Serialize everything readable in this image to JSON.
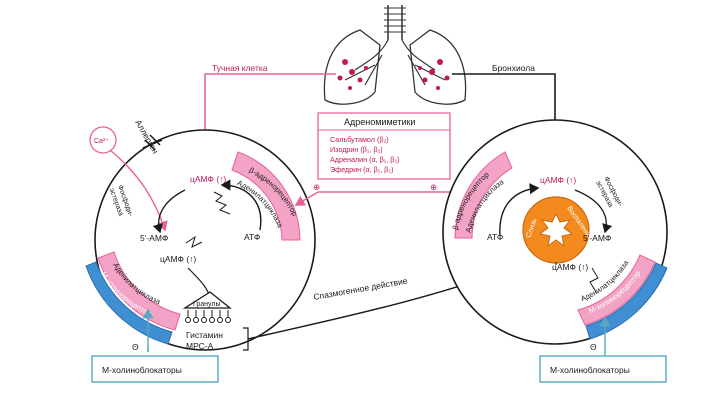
{
  "labels": {
    "mast_cell": "Тучная клетка",
    "bronchiole": "Бронхиола",
    "allergen": "Аллерген",
    "ca": "Ca²⁺",
    "phosphodiesterase_left": "Фосфоди-\nэстераза",
    "phosphodiesterase_right": "Фосфоди-\nэстераза",
    "camp_top_left": "цАМФ (↑)",
    "camp_mid_left": "цАМФ (↑)",
    "amp_left": "5'-АМФ",
    "atp_left": "АТФ",
    "camp_top_right": "цАМФ (↑)",
    "camp_bottom_right": "цАМФ (↑)",
    "amp_right": "5'-АМФ",
    "atp_right": "АТФ",
    "granules": "Гранулы",
    "histamine": "Гистамин",
    "mrs_a": "МРС-А",
    "spasmogenic": "Спазмогенное действие",
    "minus_left": "Θ",
    "minus_right": "Θ",
    "plus_left": "⊕",
    "plus_right": "⊕"
  },
  "bands": {
    "left_beta": "β-адренорецептор",
    "left_adenylate": "Аденилатциклаза",
    "left_adenylate_bottom": "Аденилатциклаза",
    "left_m": "М-холинорецептор",
    "right_beta": "β-адренорецептор",
    "right_adenylate": "Аденилатциклаза",
    "right_adenylate_bottom": "Аденилатциклаза",
    "right_m": "М-холинорецептор"
  },
  "muscle": {
    "left": "Слизь",
    "right": "Воспаление"
  },
  "adrenomimetics": {
    "title": "Адреномиметики",
    "items": [
      "Сальбутамол (β₂)",
      "Изодрин (β₁, β₂)",
      "Адреналин (α, β₁, β₂)",
      "Эфедрин (α, β₁, β₂)"
    ]
  },
  "boxes": {
    "left": "М-холиноблокаторы",
    "right": "М-холиноблокаторы"
  },
  "colors": {
    "pink": "#e8609a",
    "pink_fill": "#f3a3c6",
    "blue": "#3f8fd2",
    "orange": "#f28a1e",
    "teal": "#5aa7c4"
  }
}
